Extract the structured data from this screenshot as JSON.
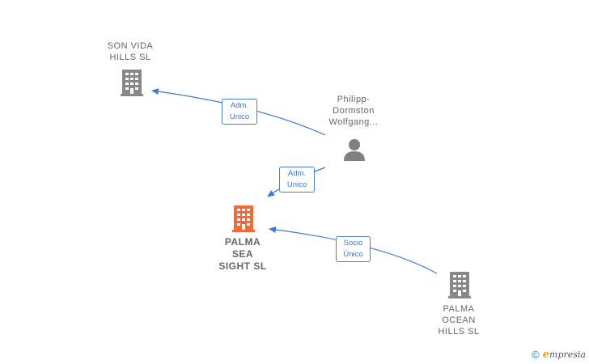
{
  "colors": {
    "edge": "#3e7ad1",
    "node_company": "#888888",
    "node_focus": "#f26a3a",
    "node_person": "#808080"
  },
  "nodes": {
    "son_vida": {
      "label": "SON VIDA\nHILLS  SL",
      "icon": "building-icon"
    },
    "philipp": {
      "label": "Philipp-\nDormston\nWolfgang...",
      "icon": "person-icon"
    },
    "palma_sea": {
      "label": "PALMA\nSEA\nSIGHT  SL",
      "icon": "building-icon"
    },
    "palma_ocean": {
      "label": "PALMA\nOCEAN\nHILLS  SL",
      "icon": "building-icon"
    }
  },
  "edges": [
    {
      "id": "e1",
      "from": "philipp",
      "to": "son_vida",
      "label": "Adm.\nUnico"
    },
    {
      "id": "e2",
      "from": "philipp",
      "to": "palma_sea",
      "label": "Adm.\nUnico"
    },
    {
      "id": "e3",
      "from": "palma_ocean",
      "to": "palma_sea",
      "label": "Socio\nÚnico"
    }
  ],
  "footer": {
    "copyright": "©",
    "brand_initial": "e",
    "brand_rest": "mpresia"
  }
}
